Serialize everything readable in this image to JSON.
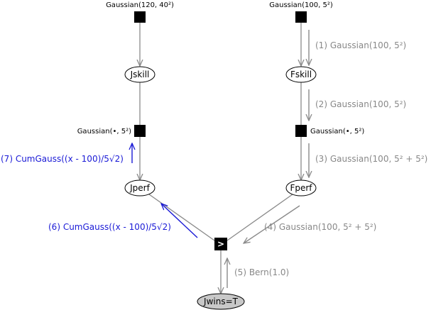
{
  "factors": {
    "jskill_prior": "Gaussian(120, 40²)",
    "fskill_prior": "Gaussian(100, 5²)",
    "jperf_noise": "Gaussian(•, 5²)",
    "fperf_noise": "Gaussian(•, 5²)",
    "greater_than": ">"
  },
  "variables": {
    "jskill": "Jskill",
    "fskill": "Fskill",
    "jperf": "Jperf",
    "fperf": "Fperf",
    "jwins": "Jwins=T"
  },
  "messages": {
    "m1": "(1) Gaussian(100, 5²)",
    "m2": "(2) Gaussian(100, 5²)",
    "m3": "(3) Gaussian(100, 5² + 5²)",
    "m4": "(4) Gaussian(100, 5² + 5²)",
    "m5": "(5) Bern(1.0)",
    "m6": "(6) CumGauss((x - 100)/5√2)",
    "m7": "(7) CumGauss((x - 100)/5√2)"
  },
  "colors": {
    "forward_message": "#888888",
    "backward_message": "#1a1ad6",
    "observed_node_fill": "#c8c8c8"
  }
}
